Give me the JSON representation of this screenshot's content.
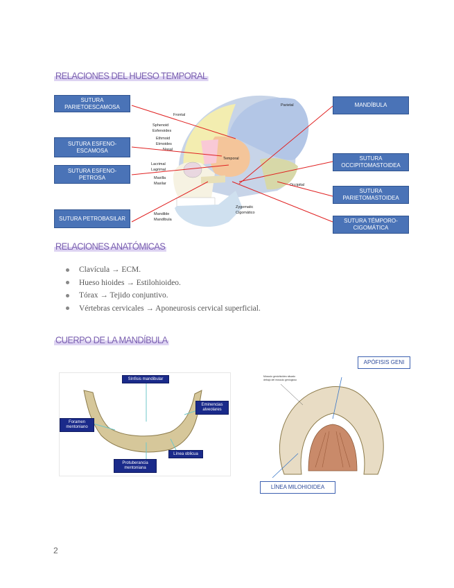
{
  "sections": {
    "temporal": {
      "heading": "RELACIONES DEL HUESO TEMPORAL",
      "left_labels": [
        "SUTURA PARIETOESCAMOSA",
        "SUTURA ESFENO-ESCAMOSA",
        "SUTURA ESFENO-PETROSA",
        "SUTURA PETROBASILAR"
      ],
      "right_labels": [
        "MANDÍBULA",
        "SUTURA OCCIPITOMASTOIDEA",
        "SUTURA PARIETOMASTOIDEA",
        "SUTURA TÉMPORO-CIGOMÁTICA"
      ],
      "skull_labels": {
        "frontal": "Frontal",
        "sphenoid": "Sphenoid",
        "esfenoides": "Esfenoides",
        "ethmoid": "Ethmoid",
        "etmoides": "Etmoides",
        "nasal": "Nasal",
        "lacrimal": "Lacrimal",
        "lagrimal": "Lagrimal",
        "maxilla": "Maxilla",
        "maxilar": "Maxilar",
        "mandible": "Mandible",
        "mandibula": "Mandíbula",
        "parietal": "Parietal",
        "temporal": "Temporal",
        "occipital": "Occipital",
        "zygomatic": "Zygomatic",
        "cigomatico": "Cigomático"
      }
    },
    "anatomical": {
      "heading": "RELACIONES ANATÓMICAS",
      "items": [
        "Clavícula → ECM.",
        "Hueso hioides → Estilohioideo.",
        "Tórax → Tejido conjuntivo.",
        "Vértebras cervicales → Aponeurosis cervical superficial."
      ]
    },
    "mandible": {
      "heading": "CUERPO DE LA MANDÍBULA",
      "left_image_labels": {
        "sinfisis": "Sínfisis mandibular",
        "eminencias": "Eminencias alveolares",
        "foramen": "Foramen mentoniano",
        "linea_obl": "Línea oblicua",
        "protuberancia": "Protuberancia mentoniana"
      },
      "right_image_labels": {
        "apofisis": "APÓFISIS GENI",
        "milohioidea": "LÍNEA MILOHIOIDEA",
        "caption_1": "Músculo geniohioideo situado",
        "caption_2": "debajo del músculo geniogloso"
      }
    }
  },
  "footer": {
    "page_number": "2"
  },
  "colors": {
    "heading": "#7a5fb0",
    "box_blue": "#4a73b7",
    "line_red": "#e02020"
  }
}
